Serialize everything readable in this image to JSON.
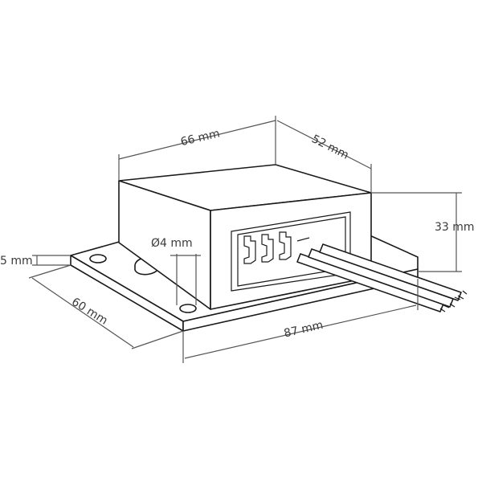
{
  "dimensions": {
    "width_top": "66 mm",
    "depth_top": "52 mm",
    "height_right": "33 mm",
    "base_thickness": "5 mm",
    "base_depth": "60 mm",
    "base_length": "87 mm",
    "hole_diameter": "Ø4 mm"
  }
}
